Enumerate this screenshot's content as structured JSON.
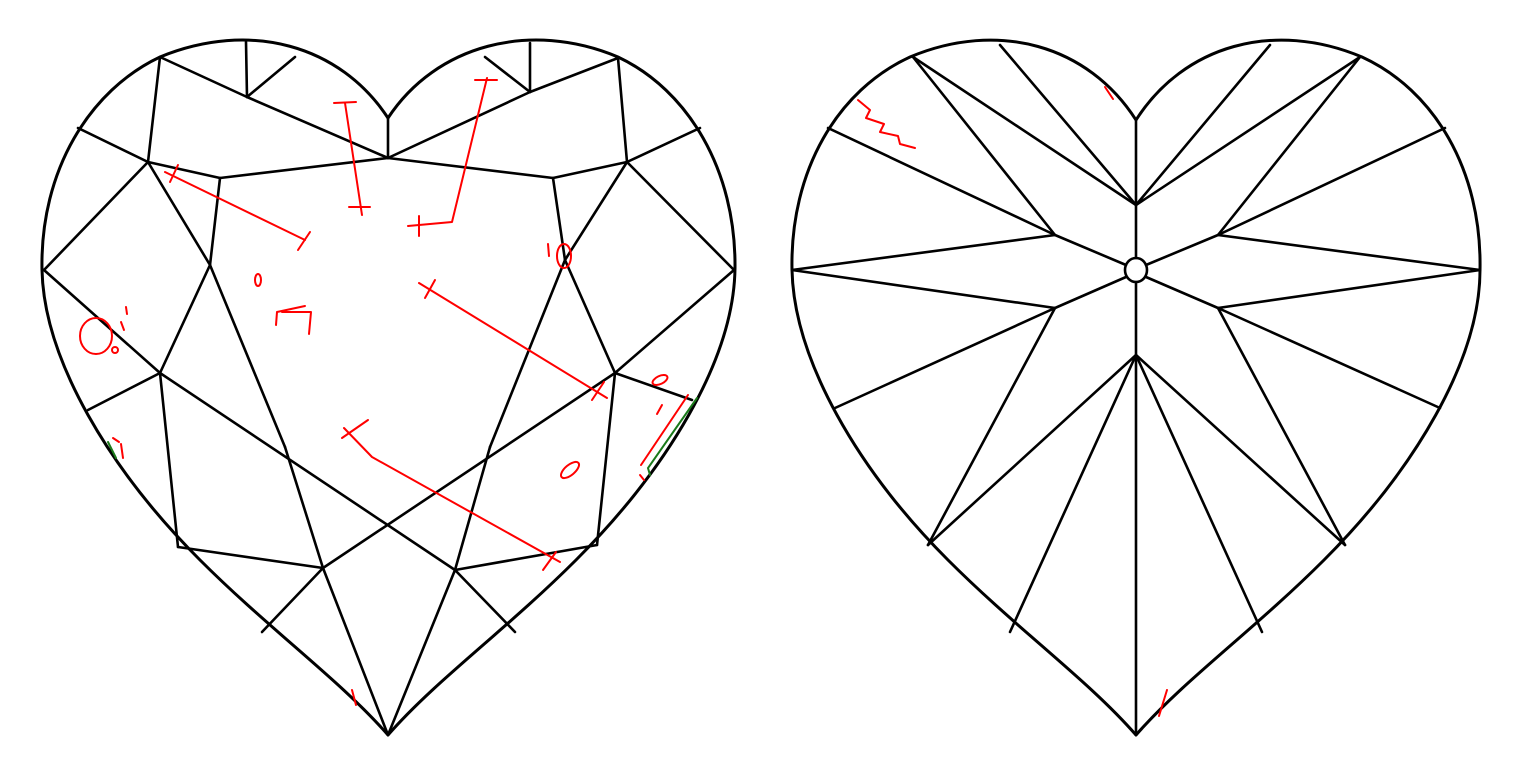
{
  "diagrams": [
    {
      "view": "crown",
      "shape": "heart"
    },
    {
      "view": "pavilion",
      "shape": "heart"
    }
  ],
  "colors": {
    "outline": "#000000",
    "internal_characteristics": "#ff0000",
    "external_characteristics": "#1a7a1a",
    "background": "#ffffff"
  }
}
